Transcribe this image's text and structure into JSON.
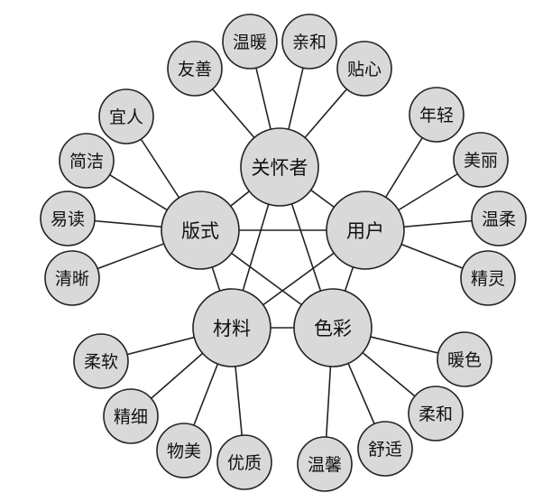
{
  "diagram": {
    "hubs": {
      "guanhuaizhe": "关怀者",
      "banshi": "版式",
      "yonghu": "用户",
      "cailiao": "材料",
      "secai": "色彩"
    },
    "leaves": {
      "wennuan": "温暖",
      "qinhe": "亲和",
      "youshan": "友善",
      "tiexin": "贴心",
      "yiren": "宜人",
      "jianjie": "简洁",
      "yidu": "易读",
      "qingxi": "清晰",
      "nianqing": "年轻",
      "meili": "美丽",
      "wenrou": "温柔",
      "jingling": "精灵",
      "rouruan": "柔软",
      "jingxi": "精细",
      "wumei": "物美",
      "youzhi": "优质",
      "wenxin": "温馨",
      "shushi": "舒适",
      "rouhe": "柔和",
      "nuanse": "暖色"
    },
    "style": {
      "node_fill": "#d9d9d9",
      "stroke": "#222222"
    }
  }
}
